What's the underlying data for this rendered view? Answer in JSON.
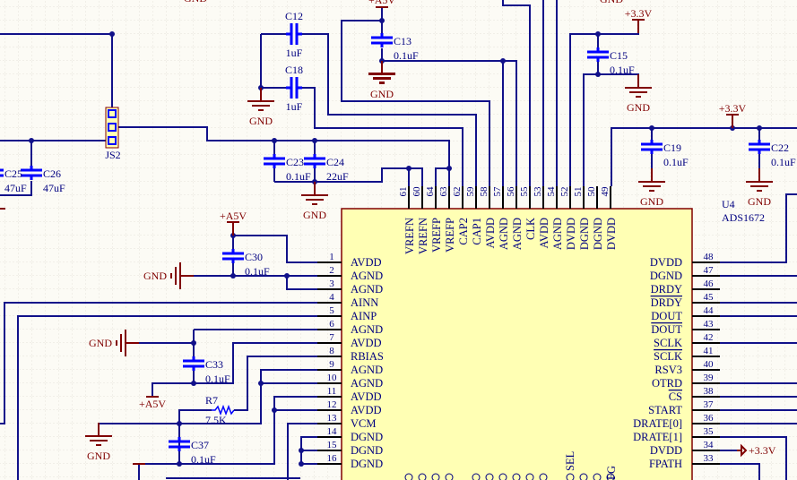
{
  "colors": {
    "wire": "#11118a",
    "power": "#800000",
    "capacitor": "#0000ff",
    "chip_fill": "#ffffb4",
    "chip_border": "#800000",
    "text": "#000080"
  },
  "chip": {
    "ref": "U4",
    "part": "ADS1672",
    "left_pins": [
      {
        "num": "1",
        "name": "AVDD"
      },
      {
        "num": "2",
        "name": "AGND"
      },
      {
        "num": "3",
        "name": "AGND"
      },
      {
        "num": "4",
        "name": "AINN"
      },
      {
        "num": "5",
        "name": "AINP"
      },
      {
        "num": "6",
        "name": "AGND"
      },
      {
        "num": "7",
        "name": "AVDD"
      },
      {
        "num": "8",
        "name": "RBIAS"
      },
      {
        "num": "9",
        "name": "AGND"
      },
      {
        "num": "10",
        "name": "AGND"
      },
      {
        "num": "11",
        "name": "AVDD"
      },
      {
        "num": "12",
        "name": "AVDD"
      },
      {
        "num": "13",
        "name": "VCM"
      },
      {
        "num": "14",
        "name": "DGND"
      },
      {
        "num": "15",
        "name": "DGND"
      },
      {
        "num": "16",
        "name": "DGND"
      }
    ],
    "right_pins": [
      {
        "num": "48",
        "name": "DVDD"
      },
      {
        "num": "47",
        "name": "DGND"
      },
      {
        "num": "46",
        "name": "DRDY"
      },
      {
        "num": "45",
        "name": "DRDY",
        "active_low": true
      },
      {
        "num": "44",
        "name": "DOUT"
      },
      {
        "num": "43",
        "name": "DOUT",
        "active_low": true
      },
      {
        "num": "42",
        "name": "SCLK"
      },
      {
        "num": "41",
        "name": "SCLK",
        "active_low": true
      },
      {
        "num": "40",
        "name": "RSV3"
      },
      {
        "num": "39",
        "name": "OTRD"
      },
      {
        "num": "38",
        "name": "CS",
        "active_low": true
      },
      {
        "num": "37",
        "name": "START"
      },
      {
        "num": "36",
        "name": "DRATE[0]"
      },
      {
        "num": "35",
        "name": "DRATE[1]"
      },
      {
        "num": "34",
        "name": "DVDD"
      },
      {
        "num": "33",
        "name": "FPATH"
      }
    ],
    "top_pins": [
      {
        "num": "61",
        "name": "VREFN"
      },
      {
        "num": "60",
        "name": "VREFN"
      },
      {
        "num": "64",
        "name": "VREFP"
      },
      {
        "num": "63",
        "name": "VREFP"
      },
      {
        "num": "62",
        "name": "CAP2"
      },
      {
        "num": "59",
        "name": "CAP1"
      },
      {
        "num": "58",
        "name": "AVDD"
      },
      {
        "num": "57",
        "name": "AGND"
      },
      {
        "num": "56",
        "name": "AGND"
      },
      {
        "num": "55",
        "name": "CLK"
      },
      {
        "num": "53",
        "name": "AVDD"
      },
      {
        "num": "54",
        "name": "AGND"
      },
      {
        "num": "52",
        "name": "DVDD"
      },
      {
        "num": "51",
        "name": "DGND"
      },
      {
        "num": "50",
        "name": "DGND"
      },
      {
        "num": "49",
        "name": "DVDD"
      }
    ],
    "bottom_partial_labels": [
      "SEL",
      "FG"
    ]
  },
  "connector": {
    "ref": "JS2"
  },
  "capacitors": [
    {
      "ref": "C12",
      "value": "1uF"
    },
    {
      "ref": "C18",
      "value": "1uF"
    },
    {
      "ref": "C13",
      "value": "0.1uF"
    },
    {
      "ref": "C15",
      "value": "0.1uF"
    },
    {
      "ref": "C19",
      "value": "0.1uF"
    },
    {
      "ref": "C22",
      "value": "0.1uF"
    },
    {
      "ref": "C23",
      "value": "0.1uF"
    },
    {
      "ref": "C24",
      "value": "22uF"
    },
    {
      "ref": "C25",
      "value": "47uF"
    },
    {
      "ref": "C26",
      "value": "47uF"
    },
    {
      "ref": "C30",
      "value": "0.1uF"
    },
    {
      "ref": "C33",
      "value": "0.1uF"
    },
    {
      "ref": "C37",
      "value": "0.1uF"
    }
  ],
  "resistors": [
    {
      "ref": "R7",
      "value": "7.5K"
    }
  ],
  "power_labels": {
    "a5v": "+A5V",
    "v33": "+3.3V",
    "gnd": "GND"
  }
}
